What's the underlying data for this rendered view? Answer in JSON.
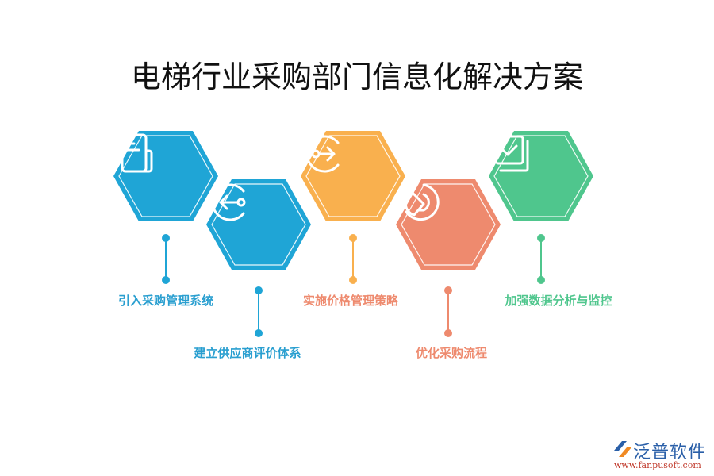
{
  "title": "电梯行业采购部门信息化解决方案",
  "steps": [
    {
      "label": "引入采购管理系统",
      "icon": "document-icon",
      "color": "#1FA5D6",
      "text_color": "#2A9FD0",
      "position": "top"
    },
    {
      "label": "建立供应商评价体系",
      "icon": "login-arrow-icon",
      "color": "#1FA5D6",
      "text_color": "#2A9FD0",
      "position": "bottom"
    },
    {
      "label": "实施价格管理策略",
      "icon": "logout-arrow-icon",
      "color": "#F9B04E",
      "text_color": "#EE8A6E",
      "position": "top"
    },
    {
      "label": "优化采购流程",
      "icon": "pie-chart-icon",
      "color": "#EE8A6E",
      "text_color": "#EE8A6E",
      "position": "bottom"
    },
    {
      "label": "加强数据分析与监控",
      "icon": "checkbox-stack-icon",
      "color": "#4FC68D",
      "text_color": "#4FC68D",
      "position": "top"
    }
  ],
  "logo": {
    "name": "泛普软件",
    "url": "www.fanpusoft.com"
  }
}
